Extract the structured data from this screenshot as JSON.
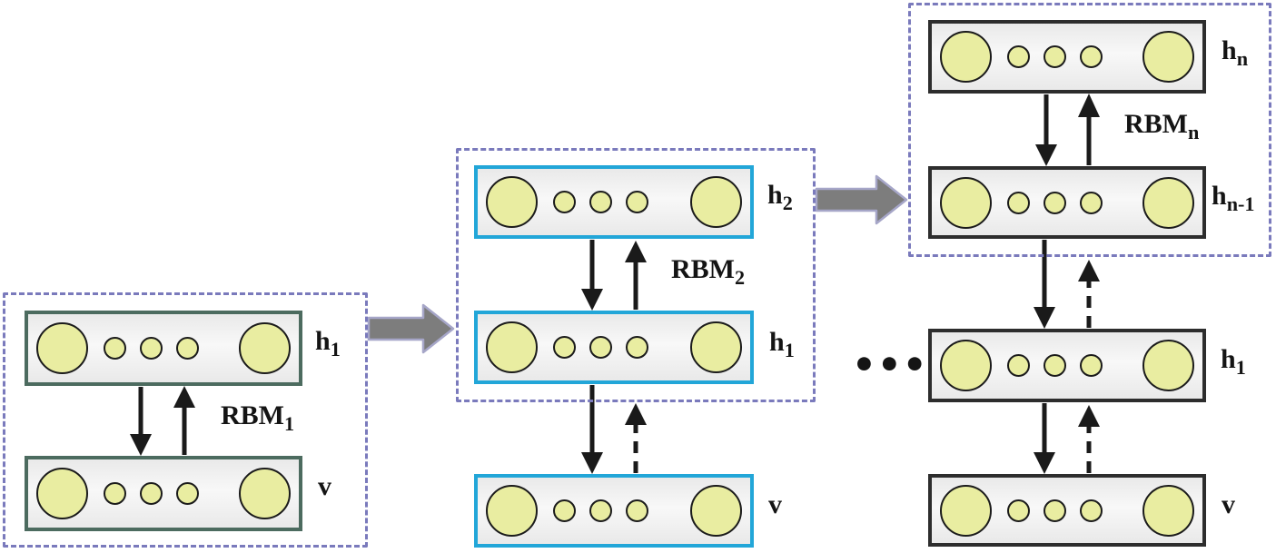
{
  "colors": {
    "background": "#ffffff",
    "dashed_box": "#7a7abc",
    "arrow": "#1a1a1a",
    "neuron_fill": "#e9eda1",
    "neuron_stroke": "#1b1b1b",
    "flow_fill": "#7d7d7d",
    "flow_stroke": "#a6a6c8",
    "layer_fill": "#f1f1f1"
  },
  "neuron_pattern": [
    "large",
    "small",
    "small",
    "small",
    "large"
  ],
  "ellipsis": "•••",
  "groups": [
    {
      "rbm_label": {
        "base": "RBM",
        "sub": "1"
      },
      "box_color": "#4c6b5f",
      "layers": [
        {
          "label": {
            "base": "h",
            "sub": "1"
          }
        },
        {
          "label": {
            "base": "v",
            "sub": ""
          }
        }
      ]
    },
    {
      "rbm_label": {
        "base": "RBM",
        "sub": "2"
      },
      "box_color": "#22a6d8",
      "layers": [
        {
          "label": {
            "base": "h",
            "sub": "2"
          }
        },
        {
          "label": {
            "base": "h",
            "sub": "1"
          }
        },
        {
          "label": {
            "base": "v",
            "sub": ""
          }
        }
      ]
    },
    {
      "rbm_label": {
        "base": "RBM",
        "sub": "n"
      },
      "box_color": "#2d2d2d",
      "layers": [
        {
          "label": {
            "base": "h",
            "sub": "n"
          }
        },
        {
          "label": {
            "base": "h",
            "sub": "n-1"
          }
        },
        {
          "label": {
            "base": "h",
            "sub": "1"
          }
        },
        {
          "label": {
            "base": "v",
            "sub": ""
          }
        }
      ]
    }
  ]
}
